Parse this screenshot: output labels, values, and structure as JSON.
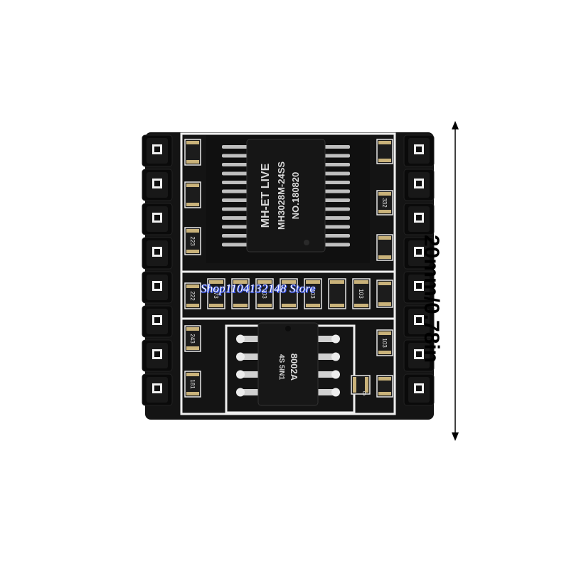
{
  "product": {
    "main_chip_lines": [
      "MH-ET LIVE",
      "MH3028M-24SS",
      "NO.180820"
    ],
    "amp_chip_lines": [
      "8002A",
      "4S 5IN1"
    ],
    "smd_labels": [
      "332",
      "223",
      "222",
      "473",
      "103",
      "303",
      "103",
      "103",
      "243",
      "181",
      "0"
    ]
  },
  "watermark": "Shop1104132148 Store",
  "dimension": {
    "label": "20mm/0.78in"
  },
  "colors": {
    "pcb": "#121212",
    "silkscreen": "#f2f2f2",
    "pin_dark": "#0a0a0a",
    "pad_gold": "#c9b27a"
  }
}
